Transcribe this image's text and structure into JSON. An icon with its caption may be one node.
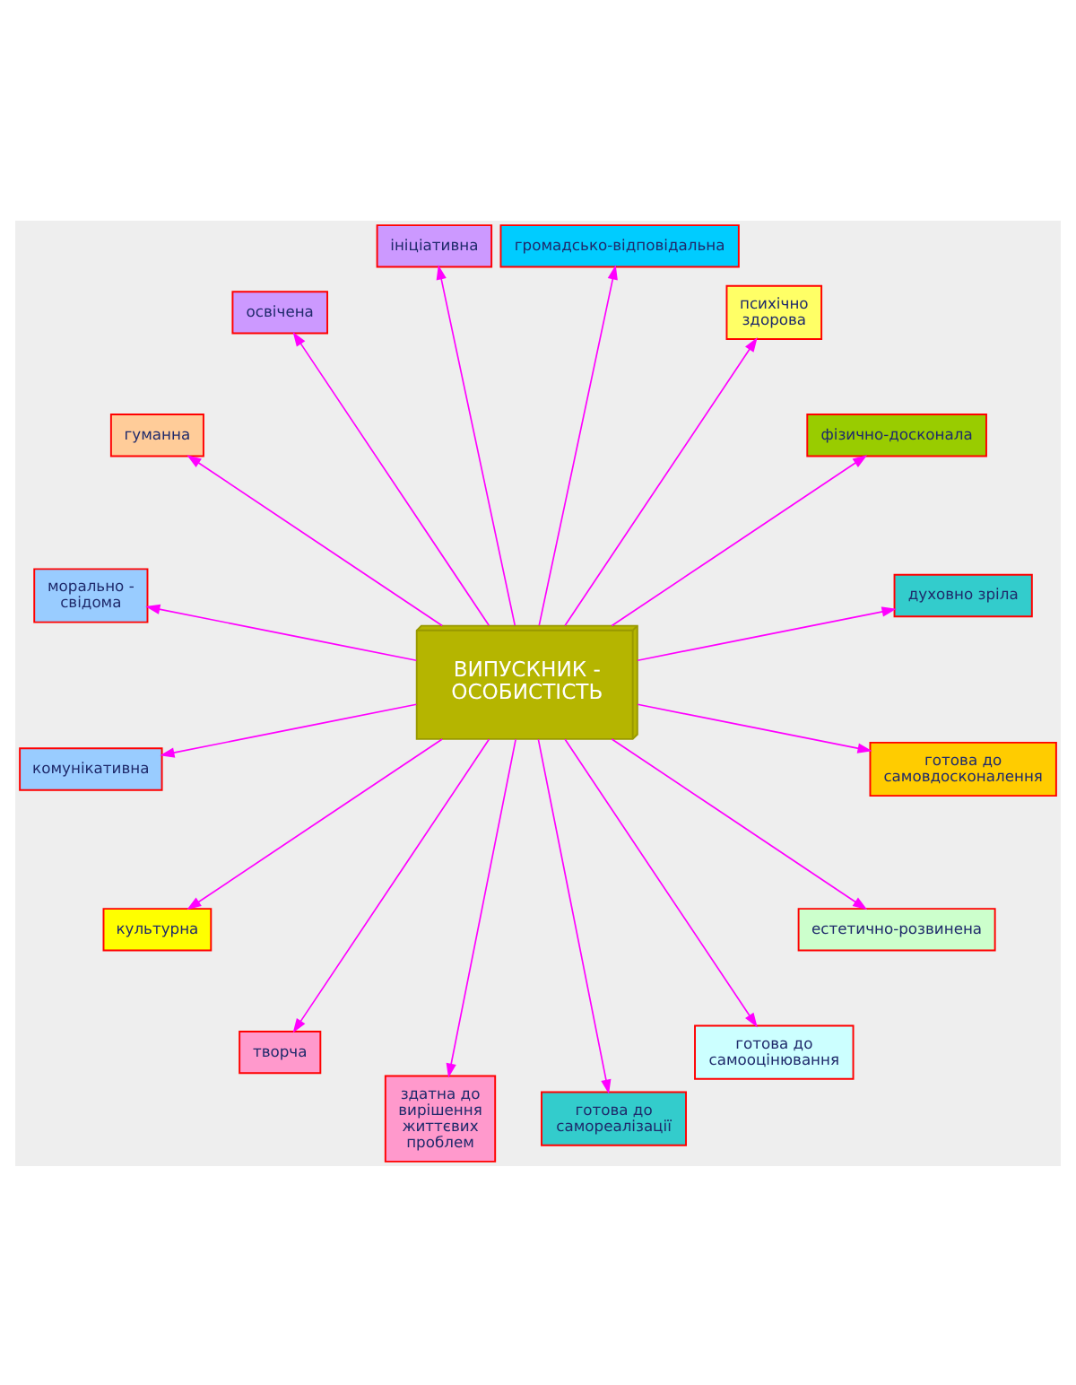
{
  "diagram": {
    "nodes": [
      {
        "text": [
          "ВИПУСКНИК - ОСОБИСТІСТЬ"
        ]
      },
      {
        "text": [
          "духовно зріла"
        ]
      },
      {
        "text": [
          "фізично-досконала"
        ]
      },
      {
        "text": [
          "психічно здорова"
        ]
      },
      {
        "text": [
          "громадсько-відповідальна"
        ]
      },
      {
        "text": [
          "ініціативна"
        ]
      },
      {
        "text": [
          "освічена"
        ]
      },
      {
        "text": [
          "гуманна"
        ]
      },
      {
        "text": [
          "морально - свідома"
        ]
      },
      {
        "text": [
          "комунікативна"
        ]
      },
      {
        "text": [
          "культурна"
        ]
      },
      {
        "text": [
          "творча"
        ]
      },
      {
        "text": [
          "здатна до вирішення життєвих проблем"
        ]
      },
      {
        "text": [
          "готова до самореалізації"
        ]
      },
      {
        "text": [
          "готова до самооцінювання"
        ]
      },
      {
        "text": [
          "естетично-розвинена"
        ]
      },
      {
        "text": [
          "готова до самовдосконалення"
        ]
      }
    ],
    "edges": [
      {
        "from": 0,
        "to": 1,
        "arrow": "to"
      },
      {
        "from": 0,
        "to": 2,
        "arrow": "to"
      },
      {
        "from": 0,
        "to": 3,
        "arrow": "to"
      },
      {
        "from": 0,
        "to": 4,
        "arrow": "to"
      },
      {
        "from": 0,
        "to": 5,
        "arrow": "to"
      },
      {
        "from": 0,
        "to": 7,
        "arrow": "to"
      },
      {
        "from": 0,
        "to": 9,
        "arrow": "to"
      },
      {
        "from": 0,
        "to": 11,
        "arrow": "to"
      },
      {
        "from": 0,
        "to": 13,
        "arrow": "to"
      },
      {
        "from": 0,
        "to": 16,
        "arrow": "to"
      },
      {
        "from": 0,
        "to": 15,
        "arrow": "to"
      },
      {
        "from": 0,
        "to": 14,
        "arrow": "to"
      },
      {
        "from": 0,
        "to": 12,
        "arrow": "to"
      },
      {
        "from": 0,
        "to": 10,
        "arrow": "to"
      },
      {
        "from": 0,
        "to": 8,
        "arrow": "to"
      },
      {
        "from": 0,
        "to": 6,
        "arrow": "to"
      }
    ]
  }
}
